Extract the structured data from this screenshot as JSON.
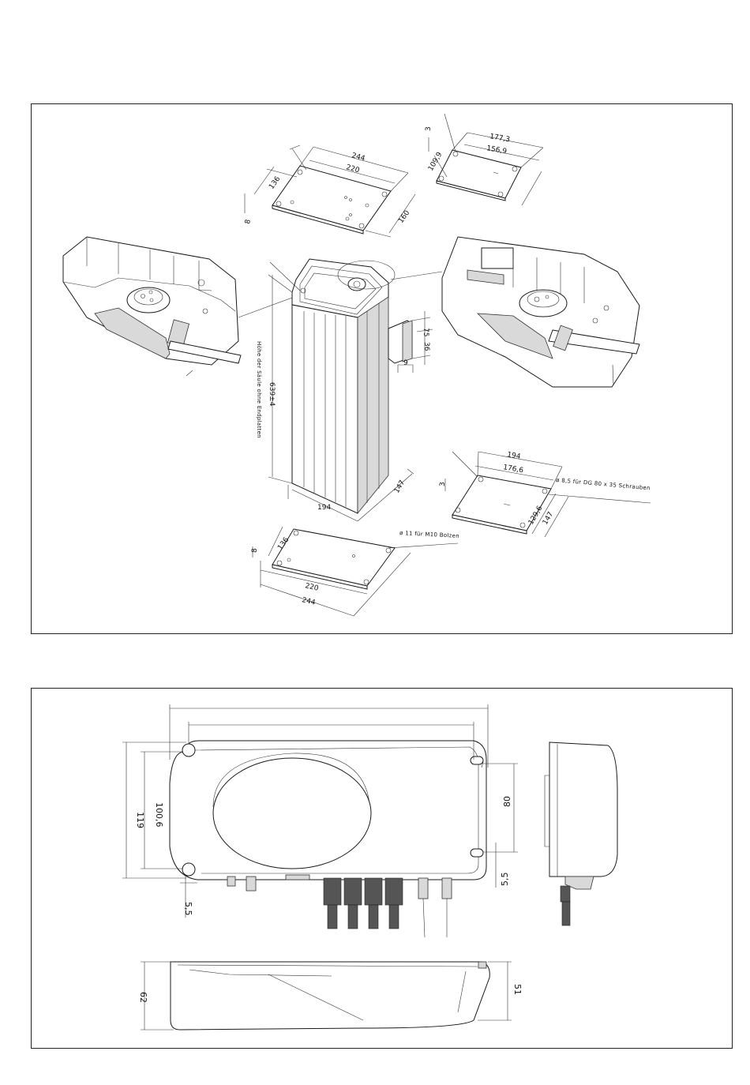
{
  "top_panel": {
    "column": {
      "height": "639±4",
      "height_note": "Höhe der Säule ohne Endplatten",
      "width": "194",
      "depth": "147"
    },
    "bracket": {
      "d1": "75",
      "d2": "36",
      "d3": "9"
    },
    "top_plate": {
      "w_outer": "244",
      "w_inner": "220",
      "d_inner": "136",
      "d_outer": "160",
      "thick": "8"
    },
    "small_plate_top": {
      "w_outer": "177,3",
      "w_inner": "156,9",
      "d": "109,9",
      "thick": "3"
    },
    "small_plate_bottom": {
      "w_outer": "194",
      "w_inner": "176,6",
      "d_inner": "129,6",
      "d_outer": "147",
      "thick": "3",
      "hole_note": "ø 8,5 für DG 80 x 35 Schrauben"
    },
    "bottom_plate": {
      "w_inner": "220",
      "w_outer": "244",
      "d": "136",
      "thick": "8",
      "hole_note": "ø 11 für M10 Bolzen"
    }
  },
  "bottom_panel": {
    "front_view": {
      "h_outer": "119",
      "h_inner": "100,6",
      "hole_offset_left": "5,5",
      "h_holes": "80",
      "hole_offset_right": "5,5"
    },
    "top_view": {
      "depth_outer": "62",
      "depth_inner": "51"
    }
  }
}
